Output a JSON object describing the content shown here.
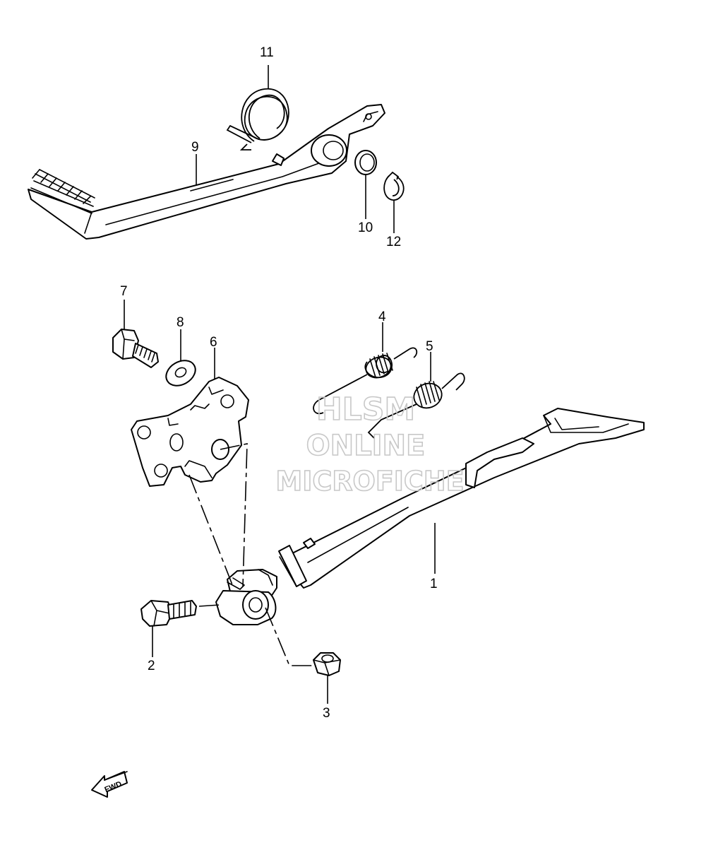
{
  "diagram": {
    "callouts": [
      "1",
      "2",
      "3",
      "4",
      "5",
      "6",
      "7",
      "8",
      "9",
      "10",
      "11",
      "12"
    ],
    "watermark": [
      "HLSM",
      "ONLINE",
      "MICROFICHE"
    ],
    "fwd_label": "FWD",
    "colors": {
      "line": "#000000",
      "watermark": "#c8c8c8",
      "background": "#ffffff"
    }
  }
}
